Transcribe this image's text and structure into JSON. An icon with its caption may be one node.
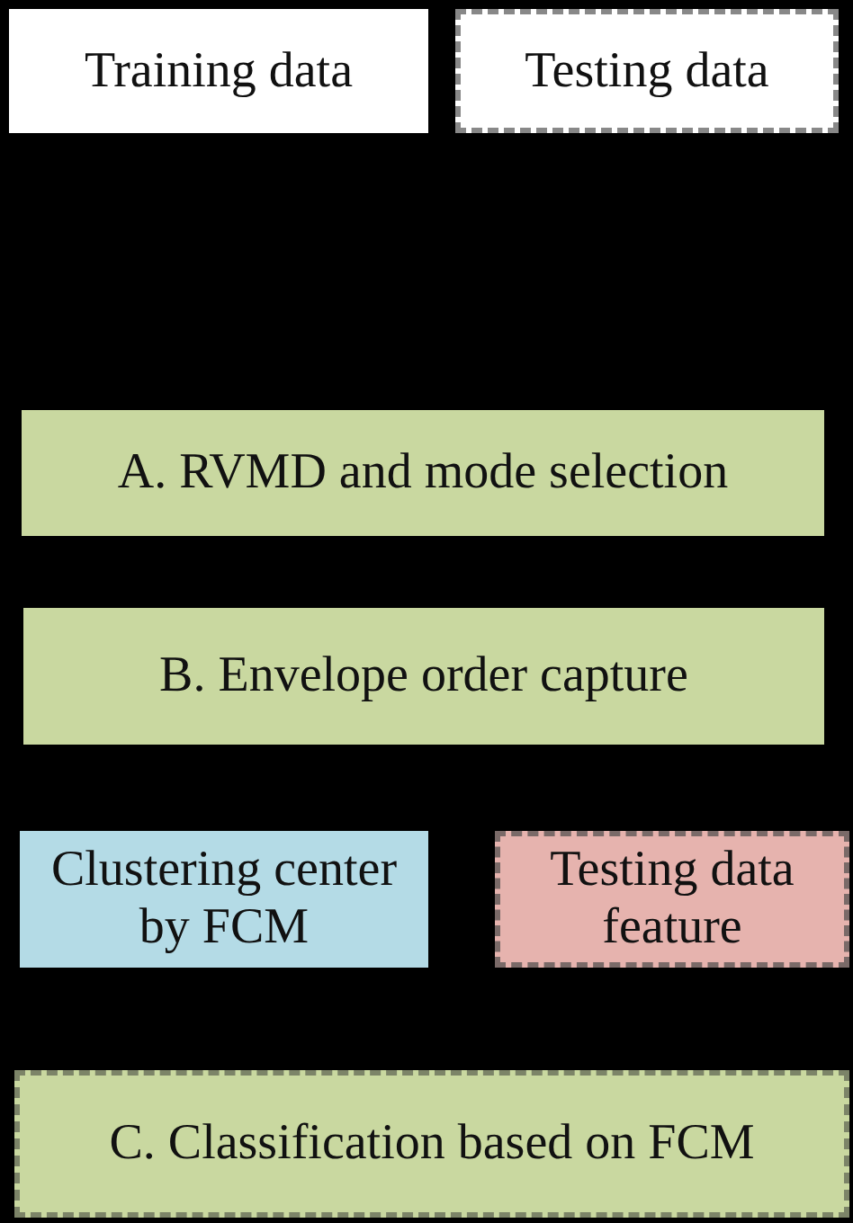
{
  "diagram": {
    "nodes": [
      {
        "text": [
          "Training data"
        ]
      },
      {
        "text": [
          "Testing data"
        ]
      },
      {
        "text": [
          "A. RVMD and mode selection"
        ]
      },
      {
        "text": [
          "B. Envelope order capture"
        ]
      },
      {
        "text": [
          "Clustering center by FCM"
        ]
      },
      {
        "text": [
          "Testing data feature"
        ]
      },
      {
        "text": [
          "C. Classification based on FCM"
        ]
      }
    ],
    "edges": []
  }
}
